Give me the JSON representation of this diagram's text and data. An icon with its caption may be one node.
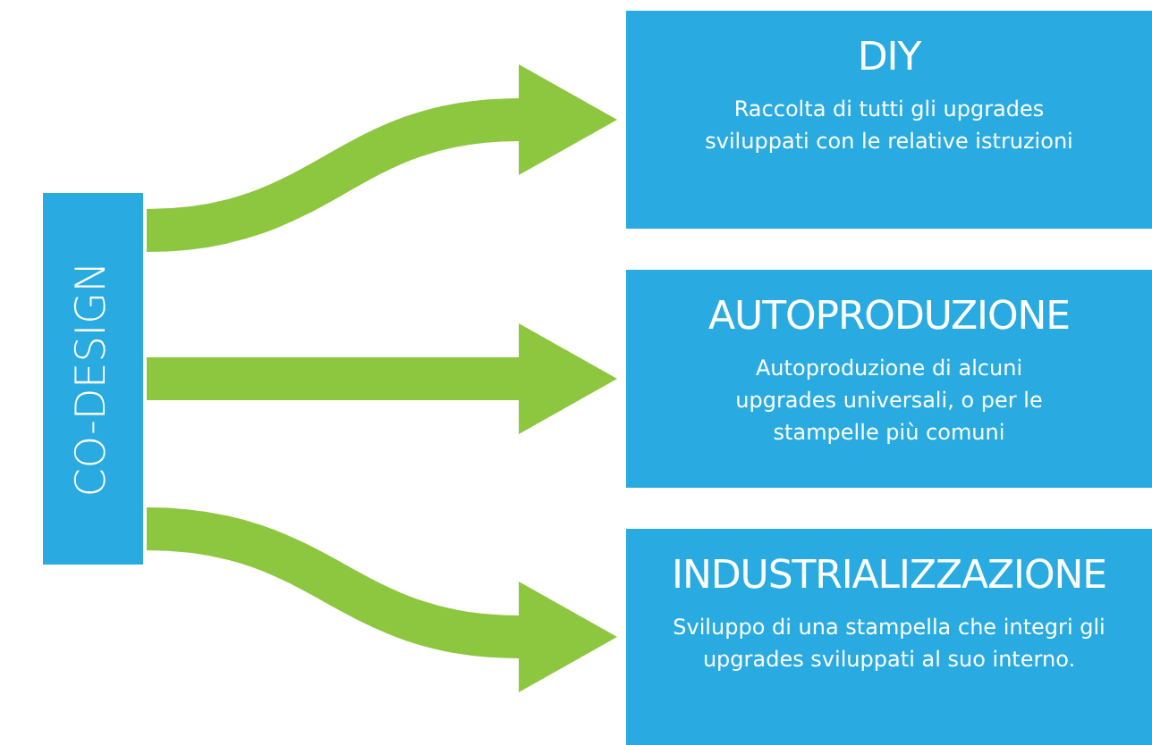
{
  "diagram": {
    "nodes": [
      {
        "text": [
          "CO-DESIGN"
        ]
      },
      {
        "text": [
          "DIY",
          "Raccolta di tutti gli upgrades sviluppati con le relative istruzioni"
        ]
      },
      {
        "text": [
          "AUTOPRODUZIONE",
          "Autoproduzione di alcuni upgrades universali, o per le stampelle più comuni"
        ]
      },
      {
        "text": [
          "INDUSTRIALIZZAZIONE",
          "Sviluppo di una stampella che integri gli upgrades sviluppati al suo interno."
        ]
      }
    ],
    "edges": [
      {
        "from": 0,
        "to": 1,
        "arrow": "to"
      },
      {
        "from": 0,
        "to": 2,
        "arrow": "to"
      },
      {
        "from": 0,
        "to": 3,
        "arrow": "to"
      }
    ]
  }
}
